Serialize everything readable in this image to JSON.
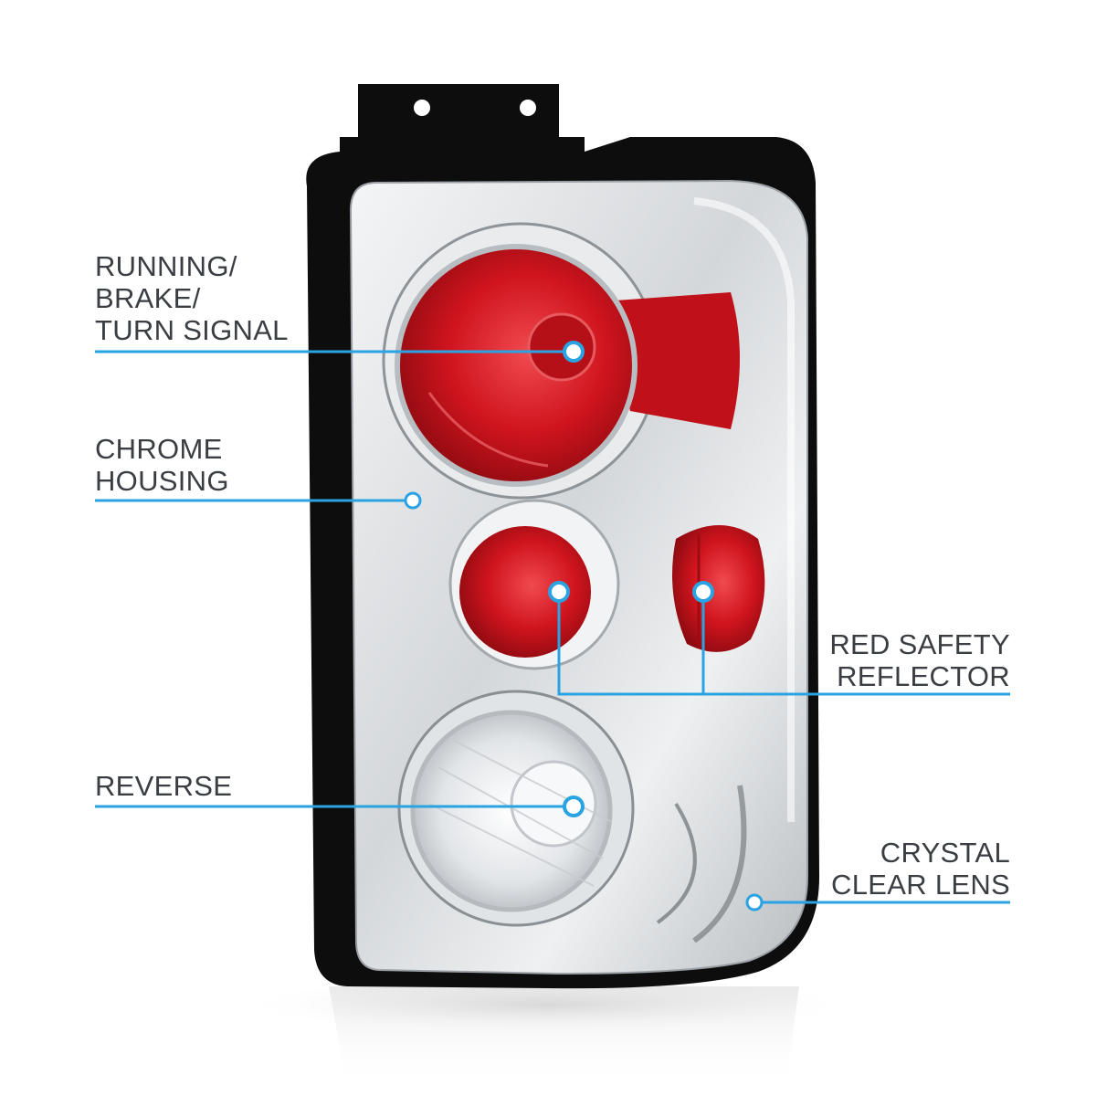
{
  "callouts": {
    "running": {
      "lines": [
        "RUNNING/",
        "BRAKE/",
        "TURN SIGNAL"
      ]
    },
    "chrome": {
      "lines": [
        "CHROME",
        "HOUSING"
      ]
    },
    "reverse": {
      "lines": [
        "REVERSE"
      ]
    },
    "reflector": {
      "lines": [
        "RED SAFETY",
        "REFLECTOR"
      ]
    },
    "crystal": {
      "lines": [
        "CRYSTAL",
        "CLEAR LENS"
      ]
    }
  },
  "colors": {
    "callout_line": "#2aa3e3",
    "label_text": "#3a3d42",
    "housing_black": "#0d0d0e",
    "lens_red": "#d0141e",
    "chrome": "#d9dcdf"
  }
}
